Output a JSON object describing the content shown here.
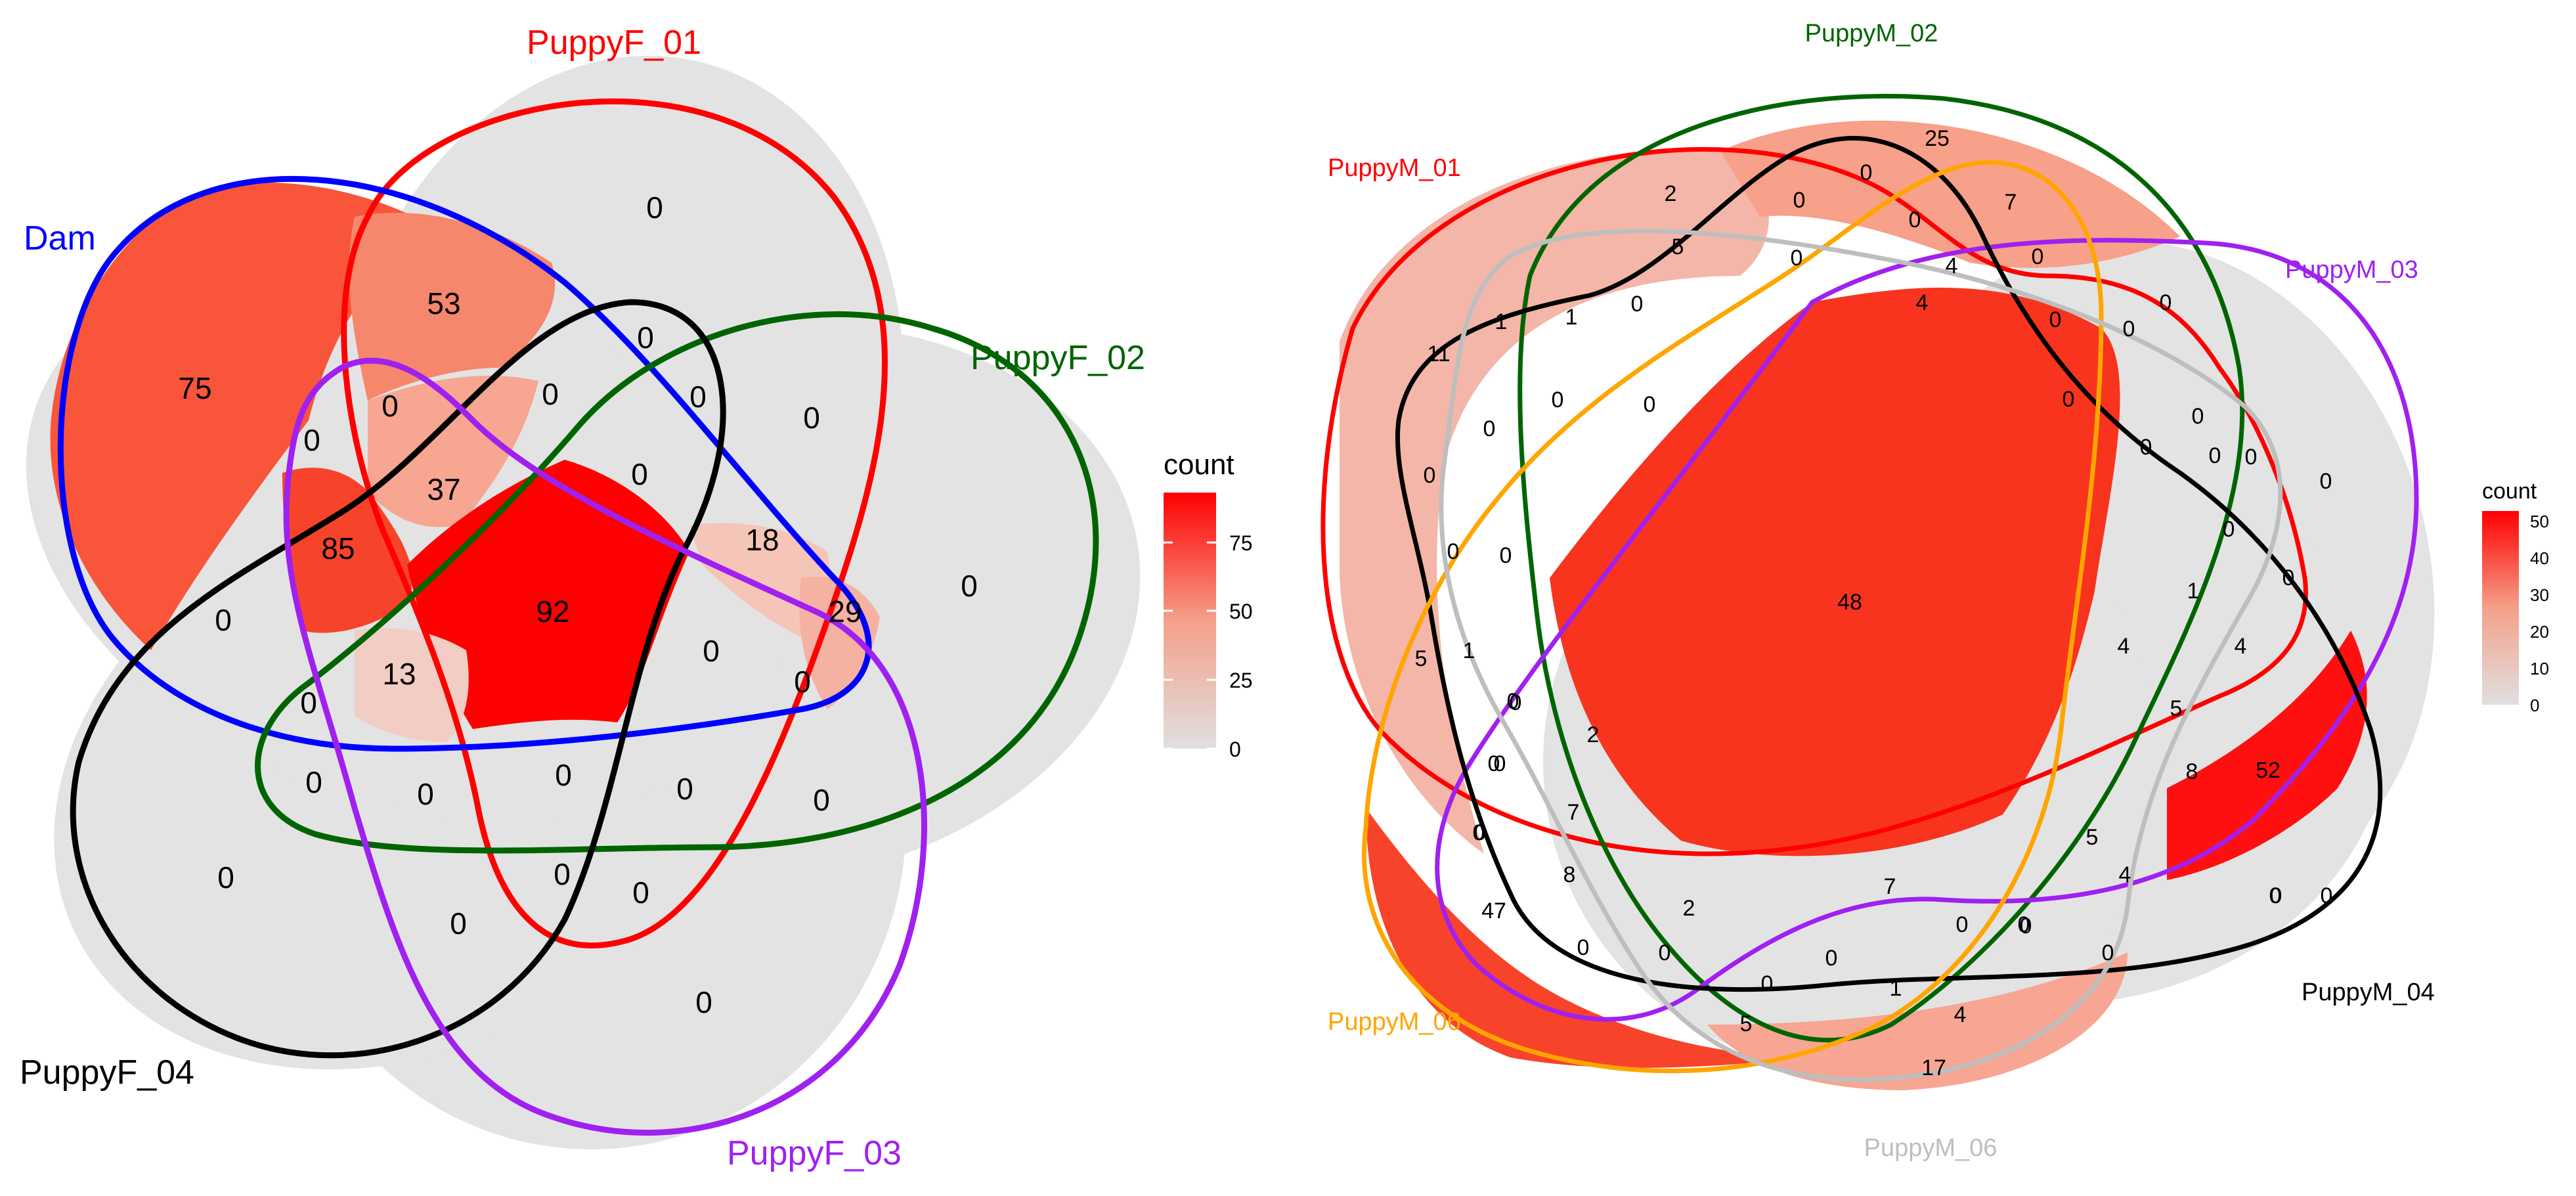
{
  "venn_left": {
    "set_labels": [
      {
        "key": "PuppyF_01",
        "text": "PuppyF_01",
        "color": "#ff0000"
      },
      {
        "key": "Dam",
        "text": "Dam",
        "color": "#0000ff"
      },
      {
        "key": "PuppyF_02",
        "text": "PuppyF_02",
        "color": "#006400"
      },
      {
        "key": "PuppyF_04",
        "text": "PuppyF_04",
        "color": "#000000"
      },
      {
        "key": "PuppyF_03",
        "text": "PuppyF_03",
        "color": "#a020f0"
      }
    ],
    "counts": [
      "0",
      "53",
      "75",
      "0",
      "0",
      "0",
      "0",
      "0",
      "0",
      "37",
      "0",
      "85",
      "92",
      "18",
      "29",
      "0",
      "13",
      "0",
      "0",
      "0",
      "0",
      "0",
      "0",
      "0",
      "0",
      "0",
      "0",
      "0",
      "0",
      "0",
      "0"
    ],
    "legend": {
      "title": "count",
      "ticks": [
        "75",
        "50",
        "25",
        "0"
      ],
      "max_color": "#ff0000",
      "min_color": "#e0e0e0"
    }
  },
  "venn_right": {
    "set_labels": [
      {
        "key": "PuppyM_02",
        "text": "PuppyM_02",
        "color": "#006400"
      },
      {
        "key": "PuppyM_01",
        "text": "PuppyM_01",
        "color": "#ff0000"
      },
      {
        "key": "PuppyM_03",
        "text": "PuppyM_03",
        "color": "#a020f0"
      },
      {
        "key": "PuppyM_04",
        "text": "PuppyM_04",
        "color": "#000000"
      },
      {
        "key": "PuppyM_06",
        "text": "PuppyM_06",
        "color": "#ffa500"
      },
      {
        "key": "PuppyM_06b",
        "text": "PuppyM_06",
        "color": "#bebebe"
      }
    ],
    "counts": [
      "25",
      "2",
      "0",
      "0",
      "7",
      "5",
      "0",
      "4",
      "0",
      "0",
      "0",
      "4",
      "0",
      "0",
      "0",
      "0",
      "1",
      "1",
      "0",
      "11",
      "0",
      "0",
      "0",
      "0",
      "0",
      "0",
      "0",
      "0",
      "0",
      "0",
      "0",
      "0",
      "0",
      "0",
      "48",
      "0",
      "0",
      "0",
      "4",
      "1",
      "4",
      "1",
      "5",
      "0",
      "2",
      "5",
      "8",
      "52",
      "0",
      "7",
      "5",
      "0",
      "8",
      "4",
      "0",
      "47",
      "7",
      "0",
      "2",
      "0",
      "0",
      "0",
      "0",
      "0",
      "1",
      "0",
      "5",
      "4",
      "17",
      "0"
    ],
    "legend": {
      "title": "count",
      "ticks": [
        "50",
        "40",
        "30",
        "20",
        "10",
        "0"
      ],
      "max_color": "#ff0000",
      "min_color": "#e0e0e0"
    }
  }
}
